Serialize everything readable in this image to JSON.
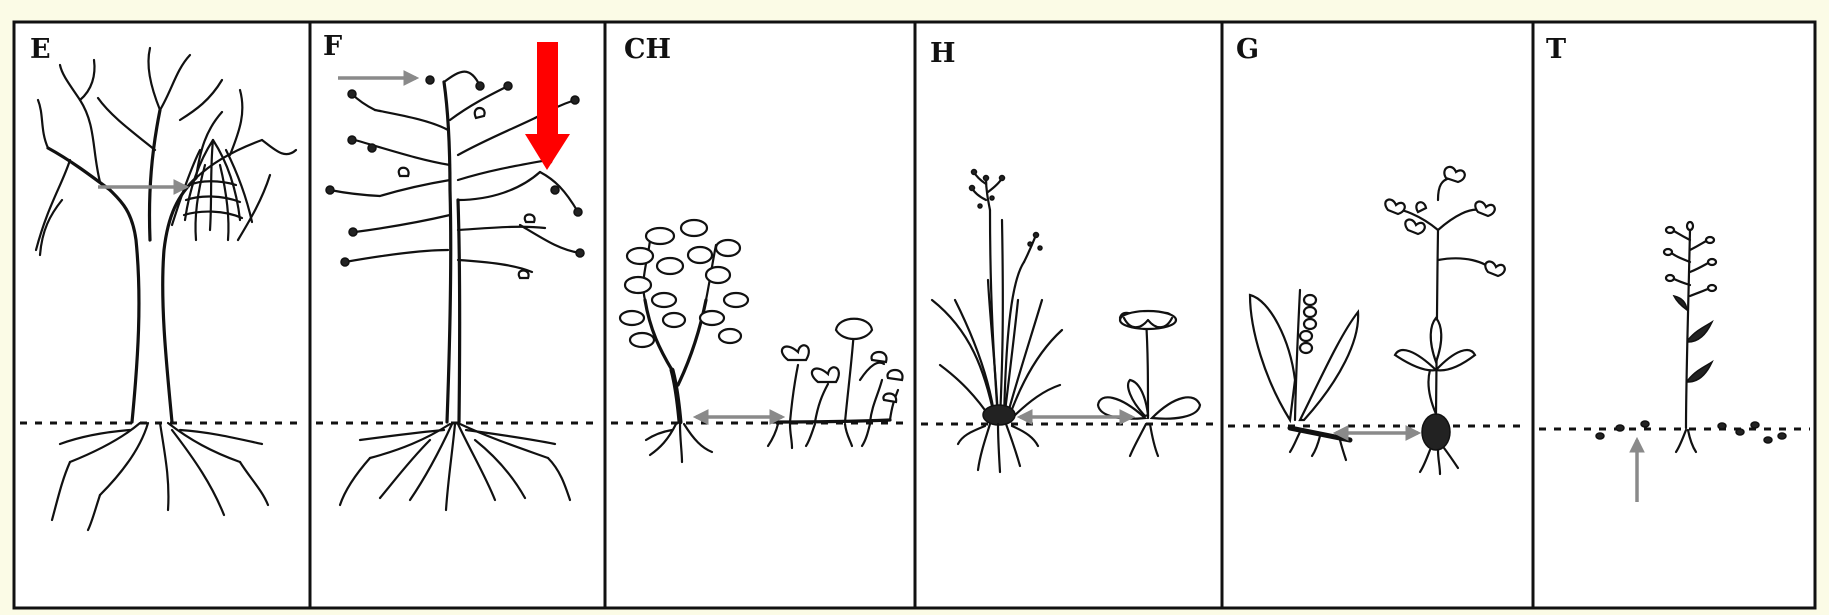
{
  "panels": [
    {
      "label": "E"
    },
    {
      "label": "F"
    },
    {
      "label": "CH"
    },
    {
      "label": "H"
    },
    {
      "label": "G"
    },
    {
      "label": "T"
    }
  ],
  "colors": {
    "background": "#fbfbe6",
    "panel_fill": "#ffffff",
    "ink": "#111111",
    "indicator_arrow": "#8a8a8a",
    "highlight_arrow": "#ff0000"
  },
  "icons": {
    "highlight": "red-down-arrow-icon",
    "indicator": "gray-arrow-icon",
    "ground": "dashed-soil-line"
  }
}
